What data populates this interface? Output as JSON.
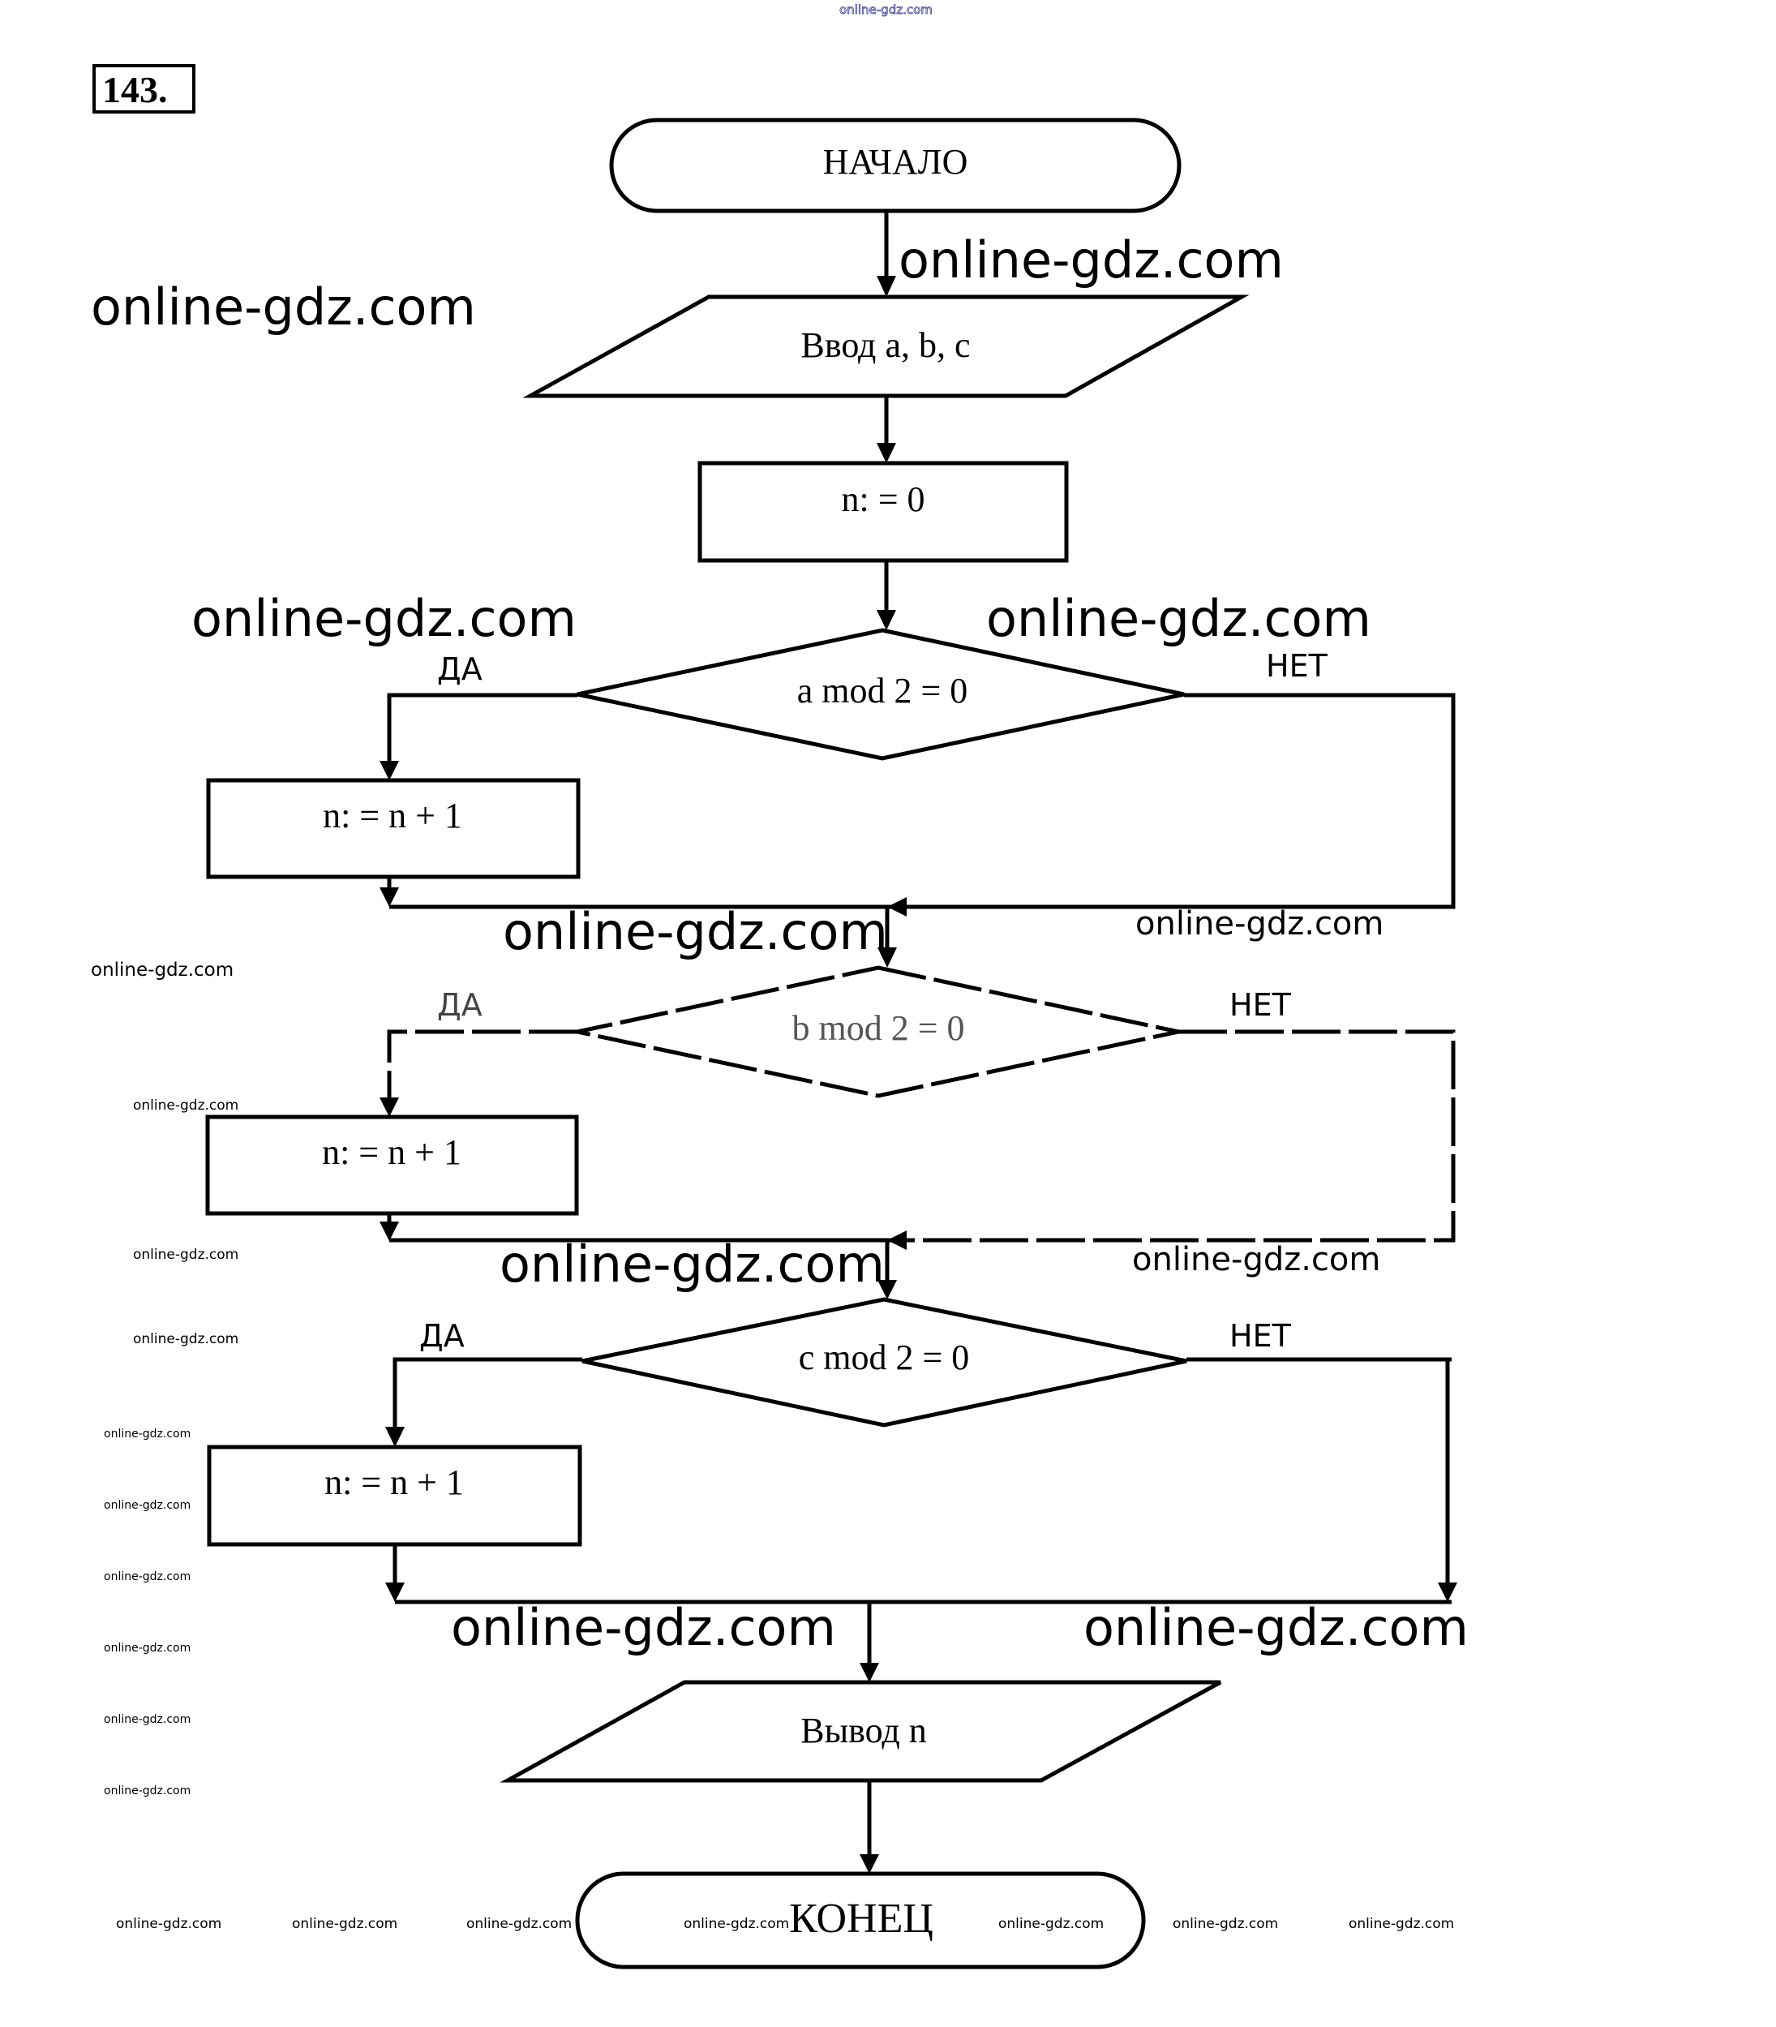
{
  "task_number": "143.",
  "flowchart": {
    "start": "НАЧАЛО",
    "input": "Ввод a, b, c",
    "init": "n: = 0",
    "decisions": [
      {
        "condition": "a mod 2 = 0",
        "yes_label": "ДА",
        "no_label": "НЕТ",
        "yes_action": "n: = n + 1"
      },
      {
        "condition": "b mod 2 = 0",
        "yes_label": "ДА",
        "no_label": "НЕТ",
        "yes_action": "n: = n + 1"
      },
      {
        "condition": "c mod 2 = 0",
        "yes_label": "ДА",
        "no_label": "НЕТ",
        "yes_action": "n: = n + 1"
      }
    ],
    "output": "Вывод n",
    "end": "КОНЕЦ"
  },
  "watermarks": {
    "text": "online-gdz.com",
    "top_color": "#3a3aa0"
  }
}
